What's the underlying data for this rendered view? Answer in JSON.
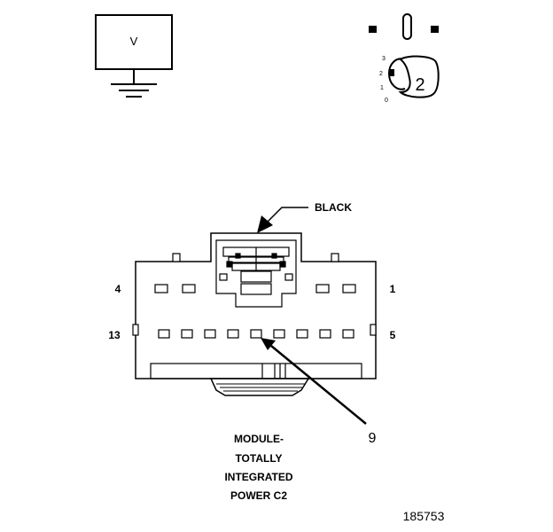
{
  "voltmeter": {
    "symbol": "V"
  },
  "ignition_switch": {
    "positions": [
      "3",
      "2",
      "1",
      "0"
    ],
    "selected": "2"
  },
  "connector": {
    "color_label": "BLACK",
    "pin_labels": {
      "top_left": "4",
      "top_right": "1",
      "bottom_left": "13",
      "bottom_right": "5"
    },
    "callout_pin": "9",
    "name_lines": [
      "MODULE-",
      "TOTALLY",
      "INTEGRATED",
      "POWER C2"
    ]
  },
  "figure_id": "185753"
}
